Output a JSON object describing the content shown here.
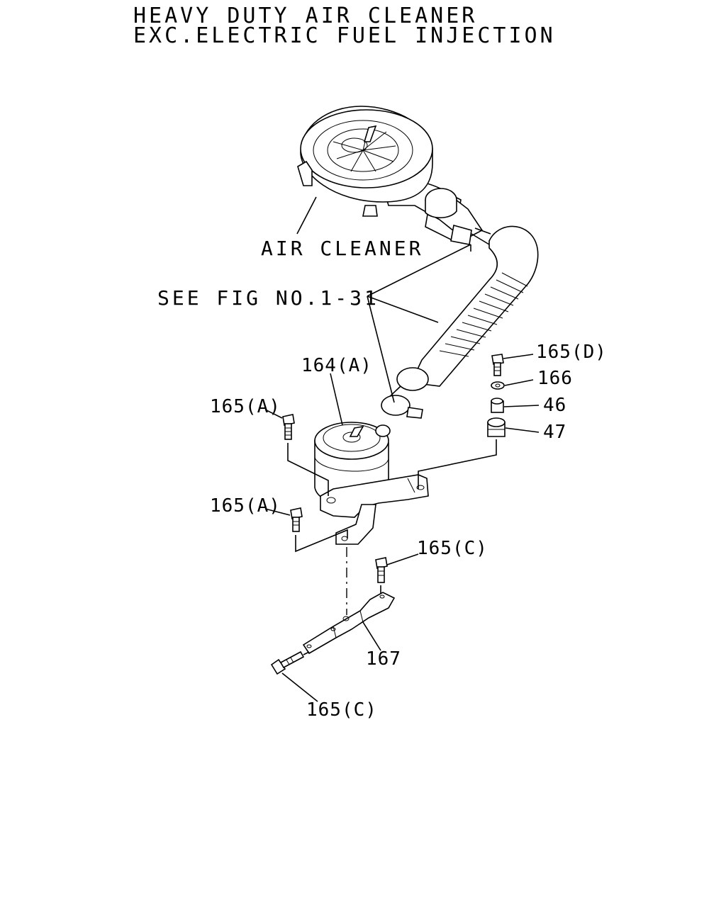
{
  "title": {
    "line1": "HEAVY DUTY AIR CLEANER",
    "line2": "EXC.ELECTRIC FUEL INJECTION"
  },
  "labels": {
    "air_cleaner": "AIR CLEANER",
    "see_fig": "SEE FIG NO.1-31",
    "p164a": "164(A)",
    "p165a_upper": "165(A)",
    "p165a_lower": "165(A)",
    "p165c_upper": "165(C)",
    "p165c_lower": "165(C)",
    "p165d": "165(D)",
    "p166": "166",
    "p46": "46",
    "p47": "47",
    "p167": "167"
  }
}
